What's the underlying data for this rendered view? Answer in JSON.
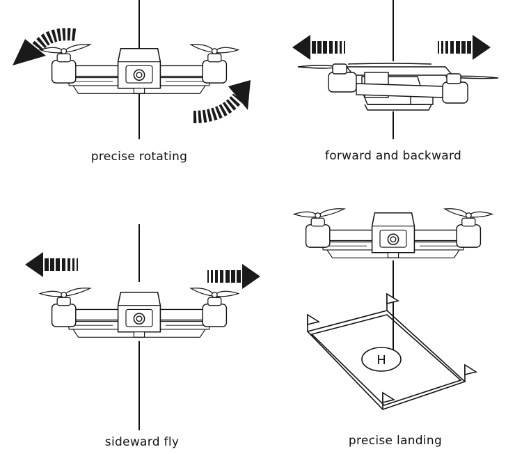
{
  "panels": [
    {
      "id": "rotating",
      "caption": "precise rotating"
    },
    {
      "id": "forward",
      "caption": "forward and backward"
    },
    {
      "id": "sideward",
      "caption": "sideward fly"
    },
    {
      "id": "landing",
      "caption": "precise landing"
    }
  ],
  "landing_pad_letter": "H",
  "colors": {
    "line": "#111111",
    "fill": "#ffffff",
    "arrow": "#1a1a1a"
  }
}
